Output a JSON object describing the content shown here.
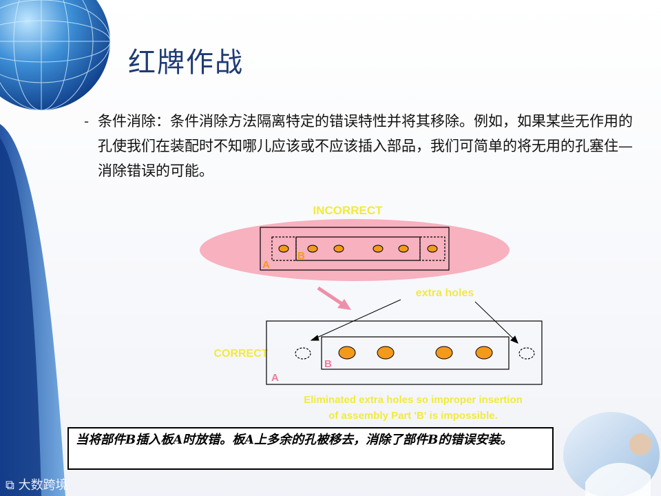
{
  "slide": {
    "title": "红牌作战",
    "bullet_dash": "-",
    "bullet_text": "条件消除：条件消除方法隔离特定的错误特性并将其移除。例如，如果某些无作用的孔使我们在装配时不知哪儿应该或不应该插入部品，我们可简单的将无用的孔塞住—消除错误的可能。",
    "caption": "当将部件B插入板A时放错。板A上多余的孔被移去，消除了部件B的错误安装。",
    "watermark": "大数跨境"
  },
  "diagram": {
    "incorrect_label": "INCORRECT",
    "correct_label": "CORRECT",
    "extra_holes_label": "extra holes",
    "label_a_top": "A",
    "label_b_top": "B",
    "label_a_bottom": "A",
    "label_b_bottom": "B",
    "note_line1": "Eliminated extra holes so improper insertion",
    "note_line2": "of assembly Part 'B'  is impossible.",
    "colors": {
      "label_yellow": "#f2ea3c",
      "ellipse_pink": "#f6a8b8",
      "hole_orange": "#f39a1c",
      "arrow_pink": "#ee8fa8",
      "label_pink": "#f07a9a"
    }
  }
}
